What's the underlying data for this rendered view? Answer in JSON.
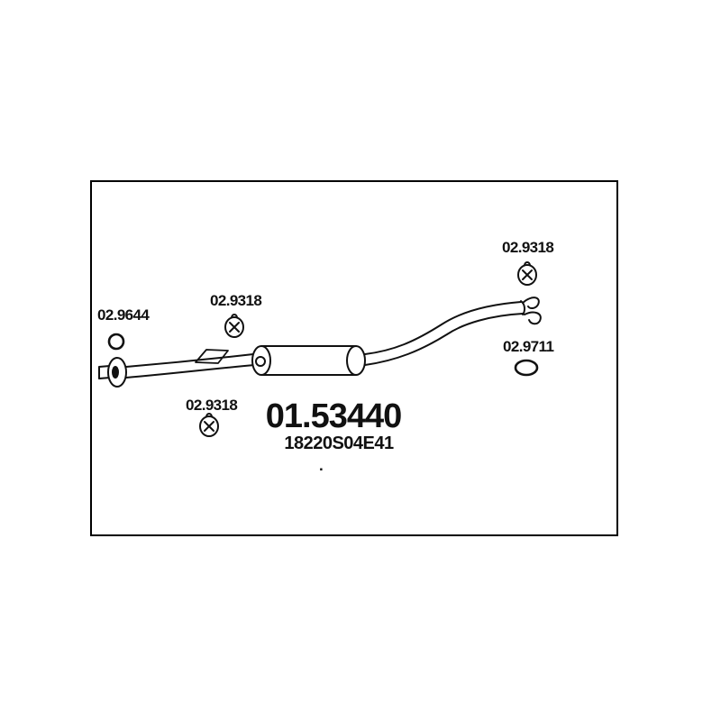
{
  "diagram": {
    "part_number": "01.53440",
    "oem_number": "18220S04E41",
    "footnote_dot": ".",
    "labels": {
      "gasket_left": "02.9644",
      "hanger_mid": "02.9318",
      "hanger_top_right": "02.9318",
      "ring_right": "02.9711",
      "hanger_bottom": "02.9318"
    },
    "colors": {
      "line": "#111111",
      "border": "#000000",
      "background": "#ffffff"
    }
  }
}
